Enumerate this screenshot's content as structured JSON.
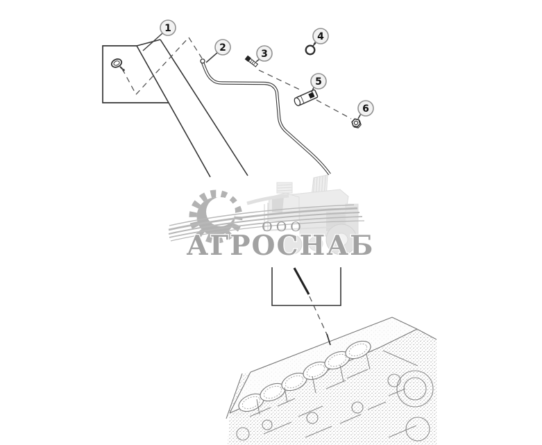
{
  "diagram": {
    "type_label": "exploded-parts-diagram",
    "callouts": [
      {
        "number": "1"
      },
      {
        "number": "2"
      },
      {
        "number": "3"
      },
      {
        "number": "4"
      },
      {
        "number": "5"
      },
      {
        "number": "6"
      }
    ],
    "watermark": {
      "org_form": "ООО",
      "company": "АГРОСНАБ"
    },
    "colors": {
      "line": "#333333",
      "dashed_line": "#555555",
      "callout_fill": "#f2f2f2",
      "callout_border": "#909090",
      "watermark_gear": "#b2b2b2",
      "watermark_text": "#a2a2a2",
      "watermark_combine": "#e6e6e6",
      "background": "#ffffff"
    }
  }
}
